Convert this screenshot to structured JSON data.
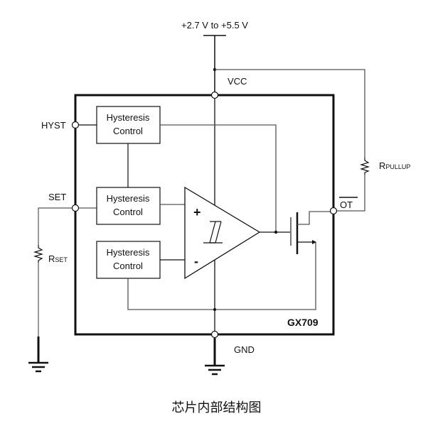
{
  "supply": {
    "label": "+2.7 V to +5.5 V"
  },
  "pins": {
    "vcc": "VCC",
    "hyst": "HYST",
    "set": "SET",
    "gnd": "GND",
    "ot": "OT"
  },
  "blocks": [
    {
      "line1": "Hysteresis",
      "line2": "Control"
    },
    {
      "line1": "Hysteresis",
      "line2": "Control"
    },
    {
      "line1": "Hysteresis",
      "line2": "Control"
    }
  ],
  "comparator": {
    "plus": "+",
    "minus": "-"
  },
  "resistors": {
    "rset": {
      "main": "R",
      "sub": "SET"
    },
    "rpullup": {
      "main": "R",
      "sub": "PULLUP"
    }
  },
  "chip": {
    "part_number": "GX709"
  },
  "caption": "芯片内部结构图"
}
